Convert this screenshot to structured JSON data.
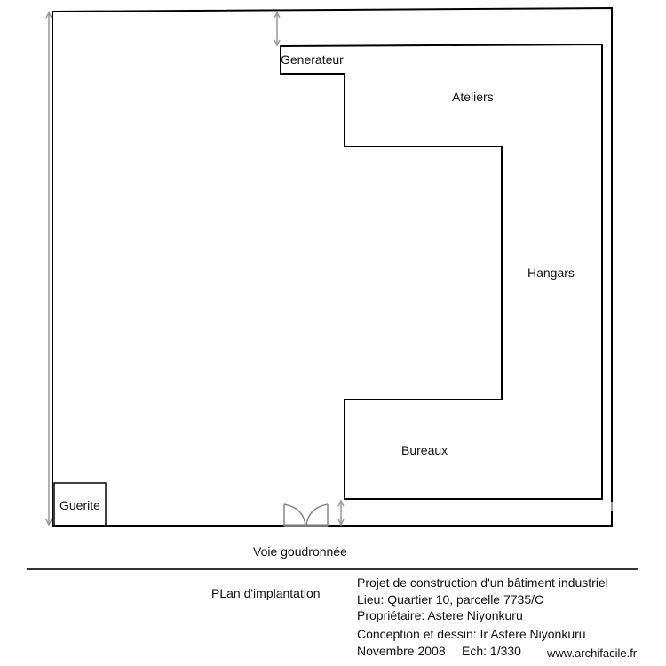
{
  "rooms": {
    "generator": "Generateur",
    "workshops": "Ateliers",
    "hangars": "Hangars",
    "offices": "Bureaux",
    "guardhouse": "Guerite"
  },
  "road": "Voie goudronnée",
  "title_block": {
    "plan_title": "PLan d'implantation",
    "project": "Projet de construction d'un bâtiment industriel",
    "location": "Lieu: Quartier 10, parcelle 7735/C",
    "owner": "Propriétaire: Astere Niyonkuru",
    "designer": "Conception et dessin: Ir Astere Niyonkuru",
    "date": "Novembre 2008",
    "scale": "Ech: 1/330"
  },
  "watermark": "www.archifacile.fr"
}
